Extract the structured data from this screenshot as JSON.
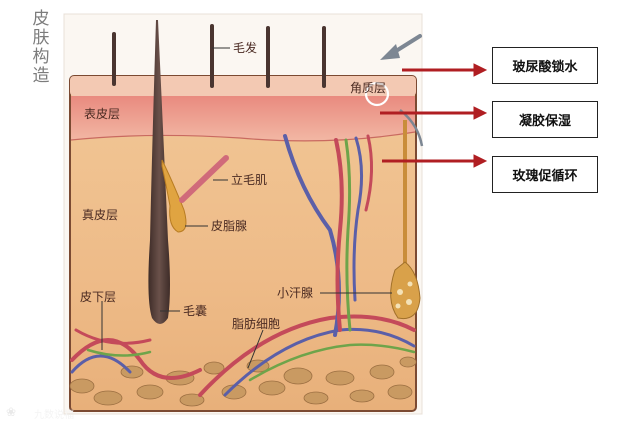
{
  "side_title": [
    "皮",
    "肤",
    "构",
    "造"
  ],
  "diagram": {
    "labels": {
      "hair": "毛发",
      "stratum_corneum": "角质层",
      "epidermis": "表皮层",
      "arrector_pili": "立毛肌",
      "dermis": "真皮层",
      "sebaceous_gland": "皮脂腺",
      "sweat_gland": "小汗腺",
      "subcutaneous": "皮下层",
      "hair_follicle": "毛囊",
      "fat_cells": "脂肪细胞"
    }
  },
  "callouts": [
    {
      "label": "玻尿酸锁水"
    },
    {
      "label": "凝胶保湿"
    },
    {
      "label": "玫瑰促循环"
    }
  ],
  "watermark": "九数说福",
  "colors": {
    "arrow": "#b01e22",
    "dermis": "#efc08e",
    "epidermis": "#e27d74",
    "hair": "#4a3530"
  }
}
